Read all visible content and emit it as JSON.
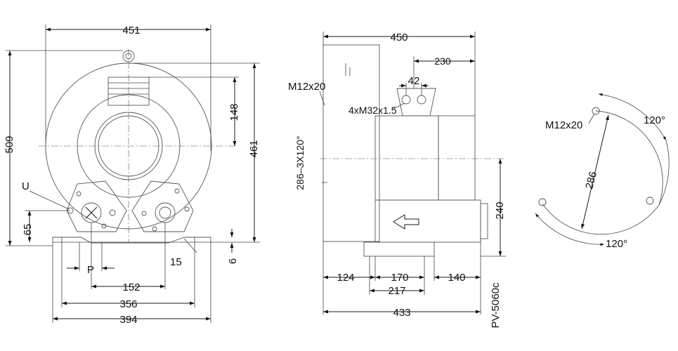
{
  "front_view": {
    "dims": {
      "top_width": "451",
      "height_total": "509",
      "height_right": "461",
      "outlet_height": "148",
      "foot_height": "65",
      "port_spacing_label": "P",
      "port_distance": "152",
      "foot_inner": "356",
      "foot_outer": "394",
      "foot_thickness": "15",
      "foot_plate": "6"
    },
    "labels": {
      "terminal": "U"
    }
  },
  "side_view": {
    "dims": {
      "overall_top": "450",
      "flange_offset": "230",
      "flange_hole_spacing": "42",
      "flange_holes": "4xM32x1.5",
      "bolt_thread": "M12x20",
      "bolt_circle": "286–3X120°",
      "shaft_height": "240",
      "left_offset": "124",
      "base_inner": "170",
      "base_span": "217",
      "right_offset": "140",
      "overall_bottom": "433"
    },
    "model": "PV-5060c"
  },
  "bolt_pattern": {
    "thread": "M12x20",
    "angle_top": "120°",
    "angle_bottom": "120°",
    "diameter": "286"
  }
}
